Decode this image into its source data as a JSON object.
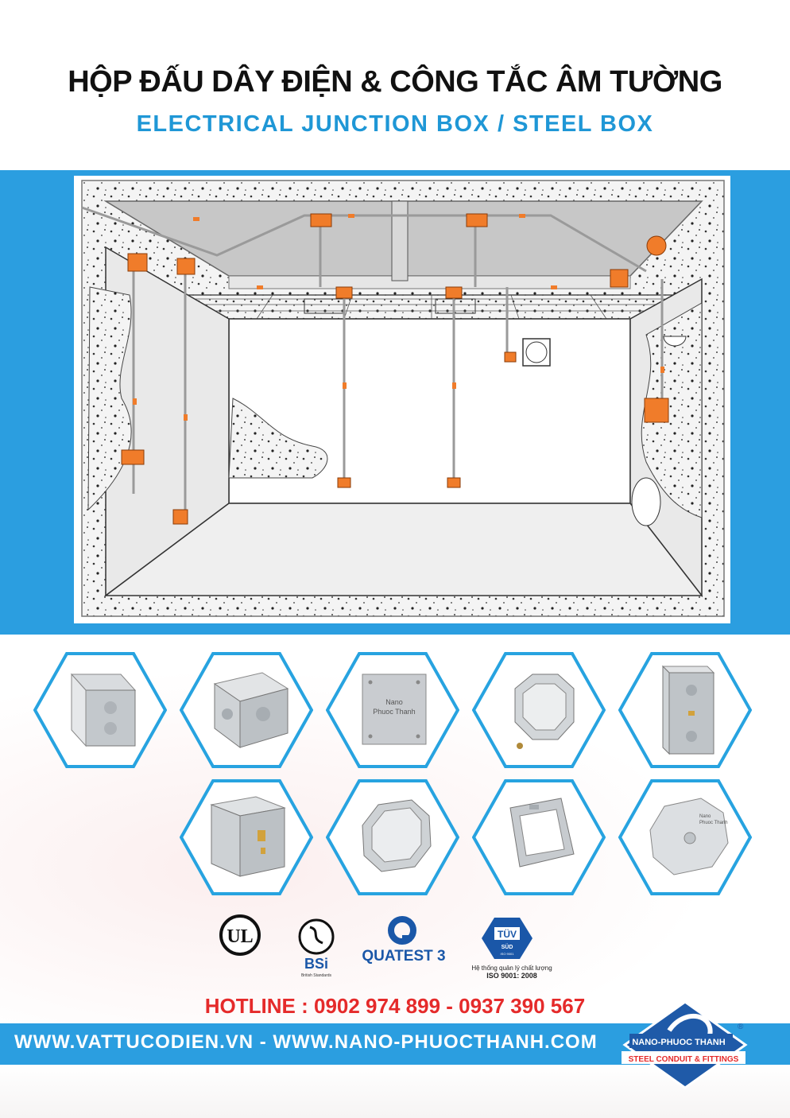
{
  "header": {
    "title_vn": "HỘP ĐẤU DÂY ĐIỆN & CÔNG TẮC ÂM TƯỜNG",
    "title_en": "ELECTRICAL JUNCTION BOX / STEEL BOX"
  },
  "products": [
    {
      "name": "handy-box-icon"
    },
    {
      "name": "square-box-icon"
    },
    {
      "name": "blank-cover-plate-icon",
      "text_line1": "Nano",
      "text_line2": "Phuoc Thanh"
    },
    {
      "name": "octagon-box-icon"
    },
    {
      "name": "double-gang-box-icon"
    },
    {
      "name": "metal-box-with-terminal-icon"
    },
    {
      "name": "round-octagon-box-icon"
    },
    {
      "name": "square-ring-cover-icon"
    },
    {
      "name": "round-cover-plate-icon",
      "text_line1": "Nano",
      "text_line2": "Phuoc Thanh"
    }
  ],
  "certifications": {
    "ul": {
      "label": "UL"
    },
    "bsi": {
      "label": "BSi",
      "caption": "British Standards"
    },
    "quatest": {
      "label": "QUATEST 3"
    },
    "tuv": {
      "label": "TÜV",
      "sub": "SÜD",
      "iso_small": "ISO 9001",
      "caption_vn": "Hệ thống quản lý chất lượng",
      "caption_iso": "ISO 9001: 2008"
    }
  },
  "hotline": "HOTLINE : 0902 974 899 - 0937 390 567",
  "footer": {
    "websites": "WWW.VATTUCODIEN.VN - WWW.NANO-PHUOCTHANH.COM"
  },
  "brand": {
    "name": "NANO-PHUOC THANH",
    "tagline": "STEEL CONDUIT & FITTINGS",
    "registered": "®"
  },
  "colors": {
    "accent_blue": "#2b9ee0",
    "title_blue": "#1f97d6",
    "hotline_red": "#e52a2a",
    "conduit_orange": "#f07c2a"
  }
}
